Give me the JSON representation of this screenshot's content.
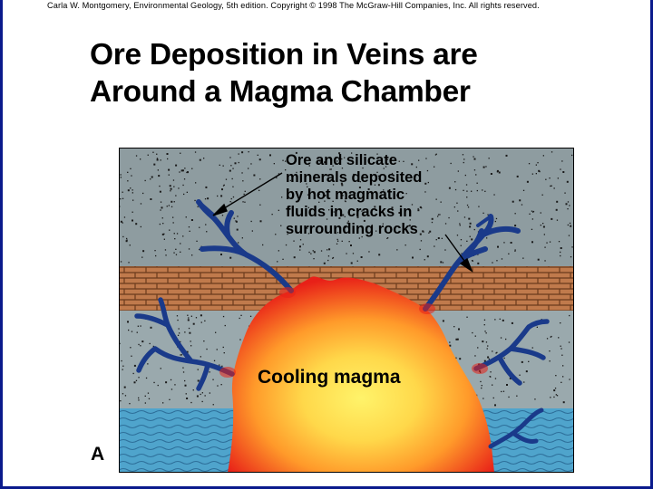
{
  "header": {
    "copyright": "Carla W. Montgomery, Environmental Geology, 5th edition. Copyright © 1998 The McGraw-Hill Companies, Inc. All rights reserved."
  },
  "slide": {
    "title_line1": "Ore Deposition in Veins are",
    "title_line2": "Around a Magma Chamber"
  },
  "figure": {
    "panel_letter": "A",
    "annotation_lines": [
      "Ore and silicate",
      "minerals deposited",
      "by hot magmatic",
      "fluids in cracks in",
      "surrounding rocks"
    ],
    "magma_label": "Cooling magma",
    "colors": {
      "frame": "#0a1a8c",
      "upper_rock": "#8e9ca0",
      "sandstone_layer": "#c07a4c",
      "brick_lines": "#6b3a1c",
      "lower_rock": "#9aa9ad",
      "water_layer": "#4fa4cc",
      "vein": "#1a3a8a",
      "magma_core": "#ffd84a",
      "magma_edge": "#e82018"
    }
  }
}
